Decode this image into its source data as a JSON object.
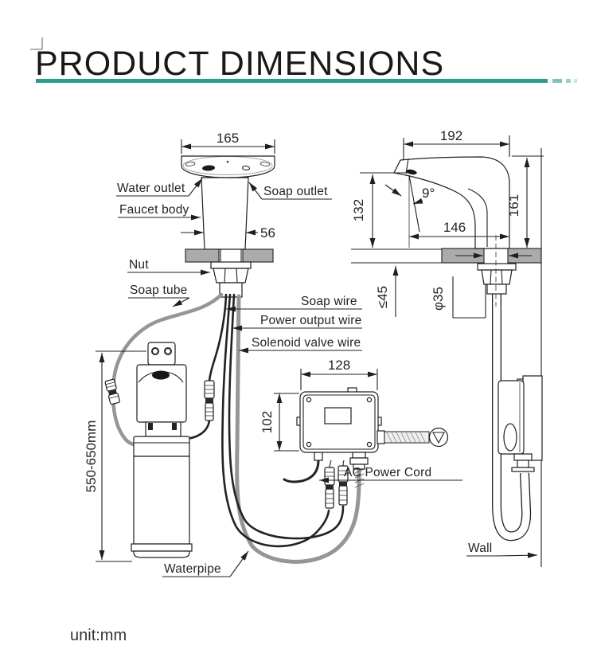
{
  "header": {
    "title": "PRODUCT DIMENSIONS"
  },
  "footer": {
    "unit_note": "unit:mm"
  },
  "front_view": {
    "labels": {
      "water_outlet": "Water outlet",
      "soap_outlet": "Soap outlet",
      "faucet_body": "Faucet body",
      "nut": "Nut",
      "soap_tube": "Soap tube",
      "soap_wire": "Soap wire",
      "power_output_wire": "Power output wire",
      "solenoid_valve_wire": "Solenoid valve wire",
      "ac_power_cord": "AC Power Cord",
      "waterpipe": "Waterpipe"
    },
    "dims": {
      "spout_plate_width": "165",
      "body_width": "56",
      "install_height": "550-650mm",
      "box_width": "128",
      "box_height": "102"
    }
  },
  "side_view": {
    "labels": {
      "wall": "Wall"
    },
    "dims": {
      "overall_length": "192",
      "water_angle": "9°",
      "spout_height": "132",
      "spout_reach": "146",
      "overall_height": "161",
      "counter_max": "≤45",
      "hole_dia": "φ35"
    }
  },
  "colors": {
    "accent_teal": "#2a9c8e",
    "countertop_gray": "#ababab",
    "hose_gray": "#969696",
    "line_black": "#1f1f1f"
  }
}
